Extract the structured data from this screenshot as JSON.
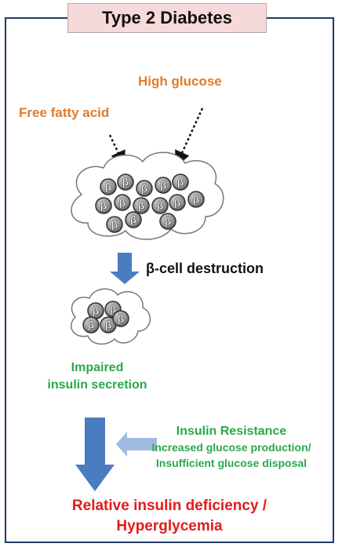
{
  "title": "Type 2 Diabetes",
  "inputs": {
    "high_glucose": "High glucose",
    "free_fatty_acid": "Free fatty acid"
  },
  "cell_label": "β",
  "beta_cell_destruction": "β-cell destruction",
  "impaired": {
    "line1": "Impaired",
    "line2": "insulin secretion"
  },
  "insulin_resistance": {
    "heading": "Insulin Resistance",
    "line1": "Increased glucose production/",
    "line2": "Insufficient glucose disposal"
  },
  "outcome": {
    "line1": "Relative insulin deficiency /",
    "line2": "Hyperglycemia"
  },
  "colors": {
    "frame": "#1f3b68",
    "title_bg": "#f6d9d9",
    "orange_text": "#e07b2a",
    "green_text": "#2aa84a",
    "red_text": "#e31b1b",
    "arrow_blue": "#4a7cc0",
    "arrow_light": "#9fbbe0"
  }
}
